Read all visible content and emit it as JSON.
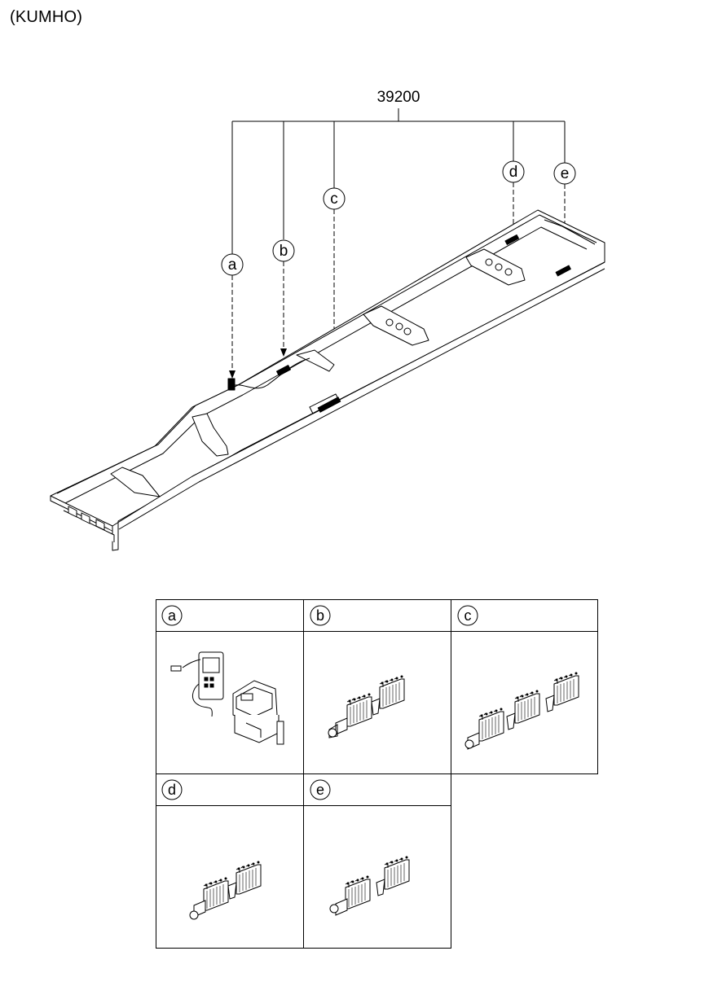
{
  "header": {
    "variant": "(KUMHO)"
  },
  "diagram": {
    "part_number": "39200",
    "callouts": [
      "a",
      "b",
      "c",
      "d",
      "e"
    ]
  },
  "detail_table": {
    "cells": [
      {
        "label": "a",
        "content": "sensor-module-unit"
      },
      {
        "label": "b",
        "content": "double-connector-assembly"
      },
      {
        "label": "c",
        "content": "triple-connector-assembly"
      },
      {
        "label": "d",
        "content": "double-connector-assembly"
      },
      {
        "label": "e",
        "content": "double-connector-assembly"
      }
    ]
  },
  "colors": {
    "line": "#000000",
    "background": "#ffffff"
  }
}
